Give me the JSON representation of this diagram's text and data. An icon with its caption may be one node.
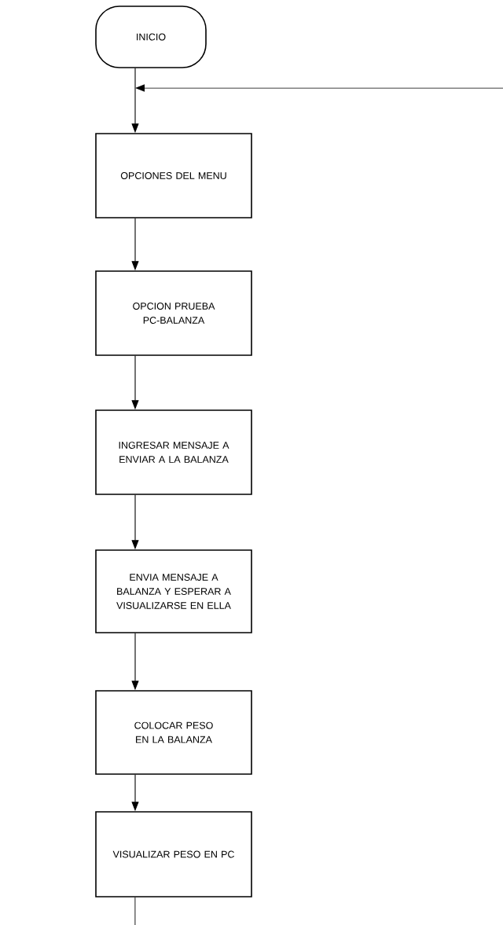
{
  "diagram": {
    "nodes": [
      {
        "text": [
          "INICIO"
        ]
      },
      {
        "text": [
          "OPCIONES DEL MENU"
        ]
      },
      {
        "text": [
          "OPCION PRUEBA PC-BALANZA"
        ]
      },
      {
        "text": [
          "INGRESAR MENSAJE A ENVIAR A LA BALANZA"
        ]
      },
      {
        "text": [
          "ENVIA MENSAJE A BALANZA Y ESPERAR A VISUALIZARSE EN ELLA"
        ]
      },
      {
        "text": [
          "COLOCAR PESO EN LA BALANZA"
        ]
      },
      {
        "text": [
          "VISUALIZAR PESO EN PC"
        ]
      }
    ],
    "edges": [
      {
        "from": 0,
        "to": 1,
        "arrow": "to"
      },
      {
        "from": null,
        "to": 1,
        "arrow": "to"
      },
      {
        "from": 1,
        "to": 2,
        "arrow": "to"
      },
      {
        "from": 2,
        "to": 3,
        "arrow": "to"
      },
      {
        "from": 3,
        "to": 4,
        "arrow": "to"
      },
      {
        "from": 4,
        "to": 5,
        "arrow": "to"
      },
      {
        "from": 5,
        "to": 6,
        "arrow": "to"
      },
      {
        "from": 6,
        "to": null,
        "arrow": "none"
      }
    ]
  }
}
